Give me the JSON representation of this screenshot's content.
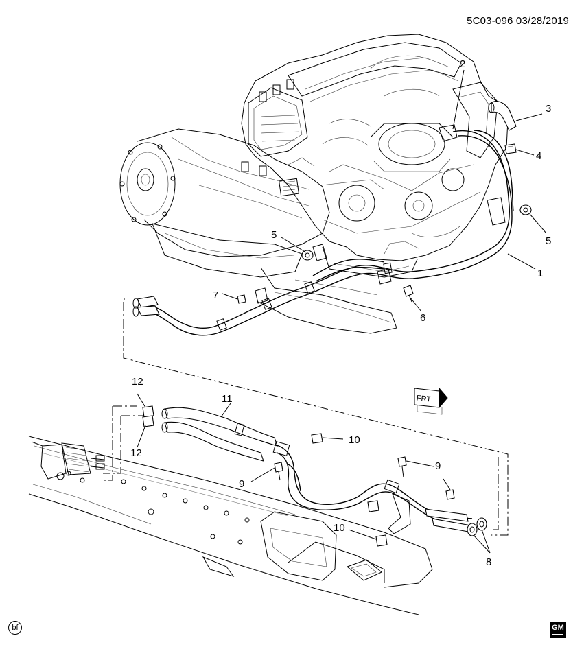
{
  "header": {
    "diagram_id": "5C03-096 03/28/2019"
  },
  "callouts": {
    "c1": "1",
    "c2": "2",
    "c3": "3",
    "c4": "4",
    "c5a": "5",
    "c5b": "5",
    "c6": "6",
    "c7": "7",
    "c8": "8",
    "c9a": "9",
    "c9b": "9",
    "c10a": "10",
    "c10b": "10",
    "c11": "11",
    "c12a": "12",
    "c12b": "12"
  },
  "direction_marker": "FRT",
  "footer": {
    "badge": "bf",
    "logo": "GM"
  }
}
